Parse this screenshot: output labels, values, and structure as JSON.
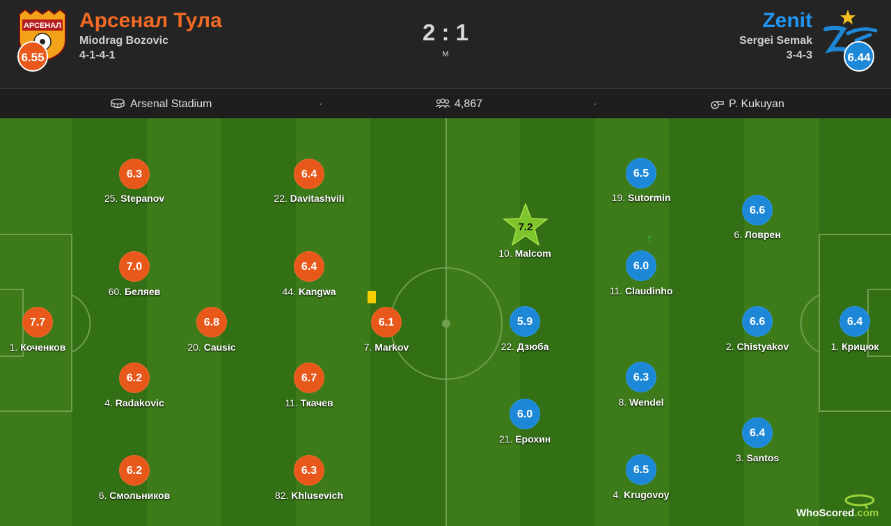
{
  "match": {
    "score": "2 : 1",
    "status": "M"
  },
  "home": {
    "name": "Арсенал Тула",
    "manager": "Miodrag Bozovic",
    "formation": "4-1-4-1",
    "rating": "6.55",
    "color": "#e8581a"
  },
  "away": {
    "name": "Zenit",
    "manager": "Sergei Semak",
    "formation": "3-4-3",
    "rating": "6.44",
    "color": "#1e88d8"
  },
  "info": {
    "stadium": "Arsenal Stadium",
    "attendance": "4,867",
    "referee": "P. Kukuyan"
  },
  "players": {
    "home": [
      {
        "num": "25.",
        "name": "Stepanov",
        "rating": "6.3"
      },
      {
        "num": "22.",
        "name": "Davitashvili",
        "rating": "6.4"
      },
      {
        "num": "60.",
        "name": "Беляев",
        "rating": "7.0"
      },
      {
        "num": "44.",
        "name": "Kangwa",
        "rating": "6.4"
      },
      {
        "num": "1.",
        "name": "Коченков",
        "rating": "7.7"
      },
      {
        "num": "20.",
        "name": "Causic",
        "rating": "6.8"
      },
      {
        "num": "7.",
        "name": "Markov",
        "rating": "6.1"
      },
      {
        "num": "4.",
        "name": "Radakovic",
        "rating": "6.2"
      },
      {
        "num": "11.",
        "name": "Ткачев",
        "rating": "6.7"
      },
      {
        "num": "6.",
        "name": "Смольников",
        "rating": "6.2"
      },
      {
        "num": "82.",
        "name": "Khlusevich",
        "rating": "6.3"
      }
    ],
    "away": [
      {
        "num": "19.",
        "name": "Sutormin",
        "rating": "6.5"
      },
      {
        "num": "6.",
        "name": "Ловрен",
        "rating": "6.6"
      },
      {
        "num": "10.",
        "name": "Malcom",
        "rating": "7.2"
      },
      {
        "num": "11.",
        "name": "Claudinho",
        "rating": "6.0"
      },
      {
        "num": "22.",
        "name": "Дзюба",
        "rating": "5.9"
      },
      {
        "num": "2.",
        "name": "Chistyakov",
        "rating": "6.6"
      },
      {
        "num": "1.",
        "name": "Крицюк",
        "rating": "6.4"
      },
      {
        "num": "8.",
        "name": "Wendel",
        "rating": "6.3"
      },
      {
        "num": "21.",
        "name": "Ерохин",
        "rating": "6.0"
      },
      {
        "num": "3.",
        "name": "Santos",
        "rating": "6.4"
      },
      {
        "num": "4.",
        "name": "Krugovoy",
        "rating": "6.5"
      }
    ]
  },
  "watermark": {
    "text_who": "WhoScored",
    "text_dom": ".com"
  },
  "icons": {
    "stadium": "stadium-icon",
    "attendance": "people-icon",
    "referee": "whistle-icon",
    "yellow_card": "yellow-card-icon",
    "man_of_match": "star-icon",
    "substitution": "sub-arrow-icon"
  }
}
